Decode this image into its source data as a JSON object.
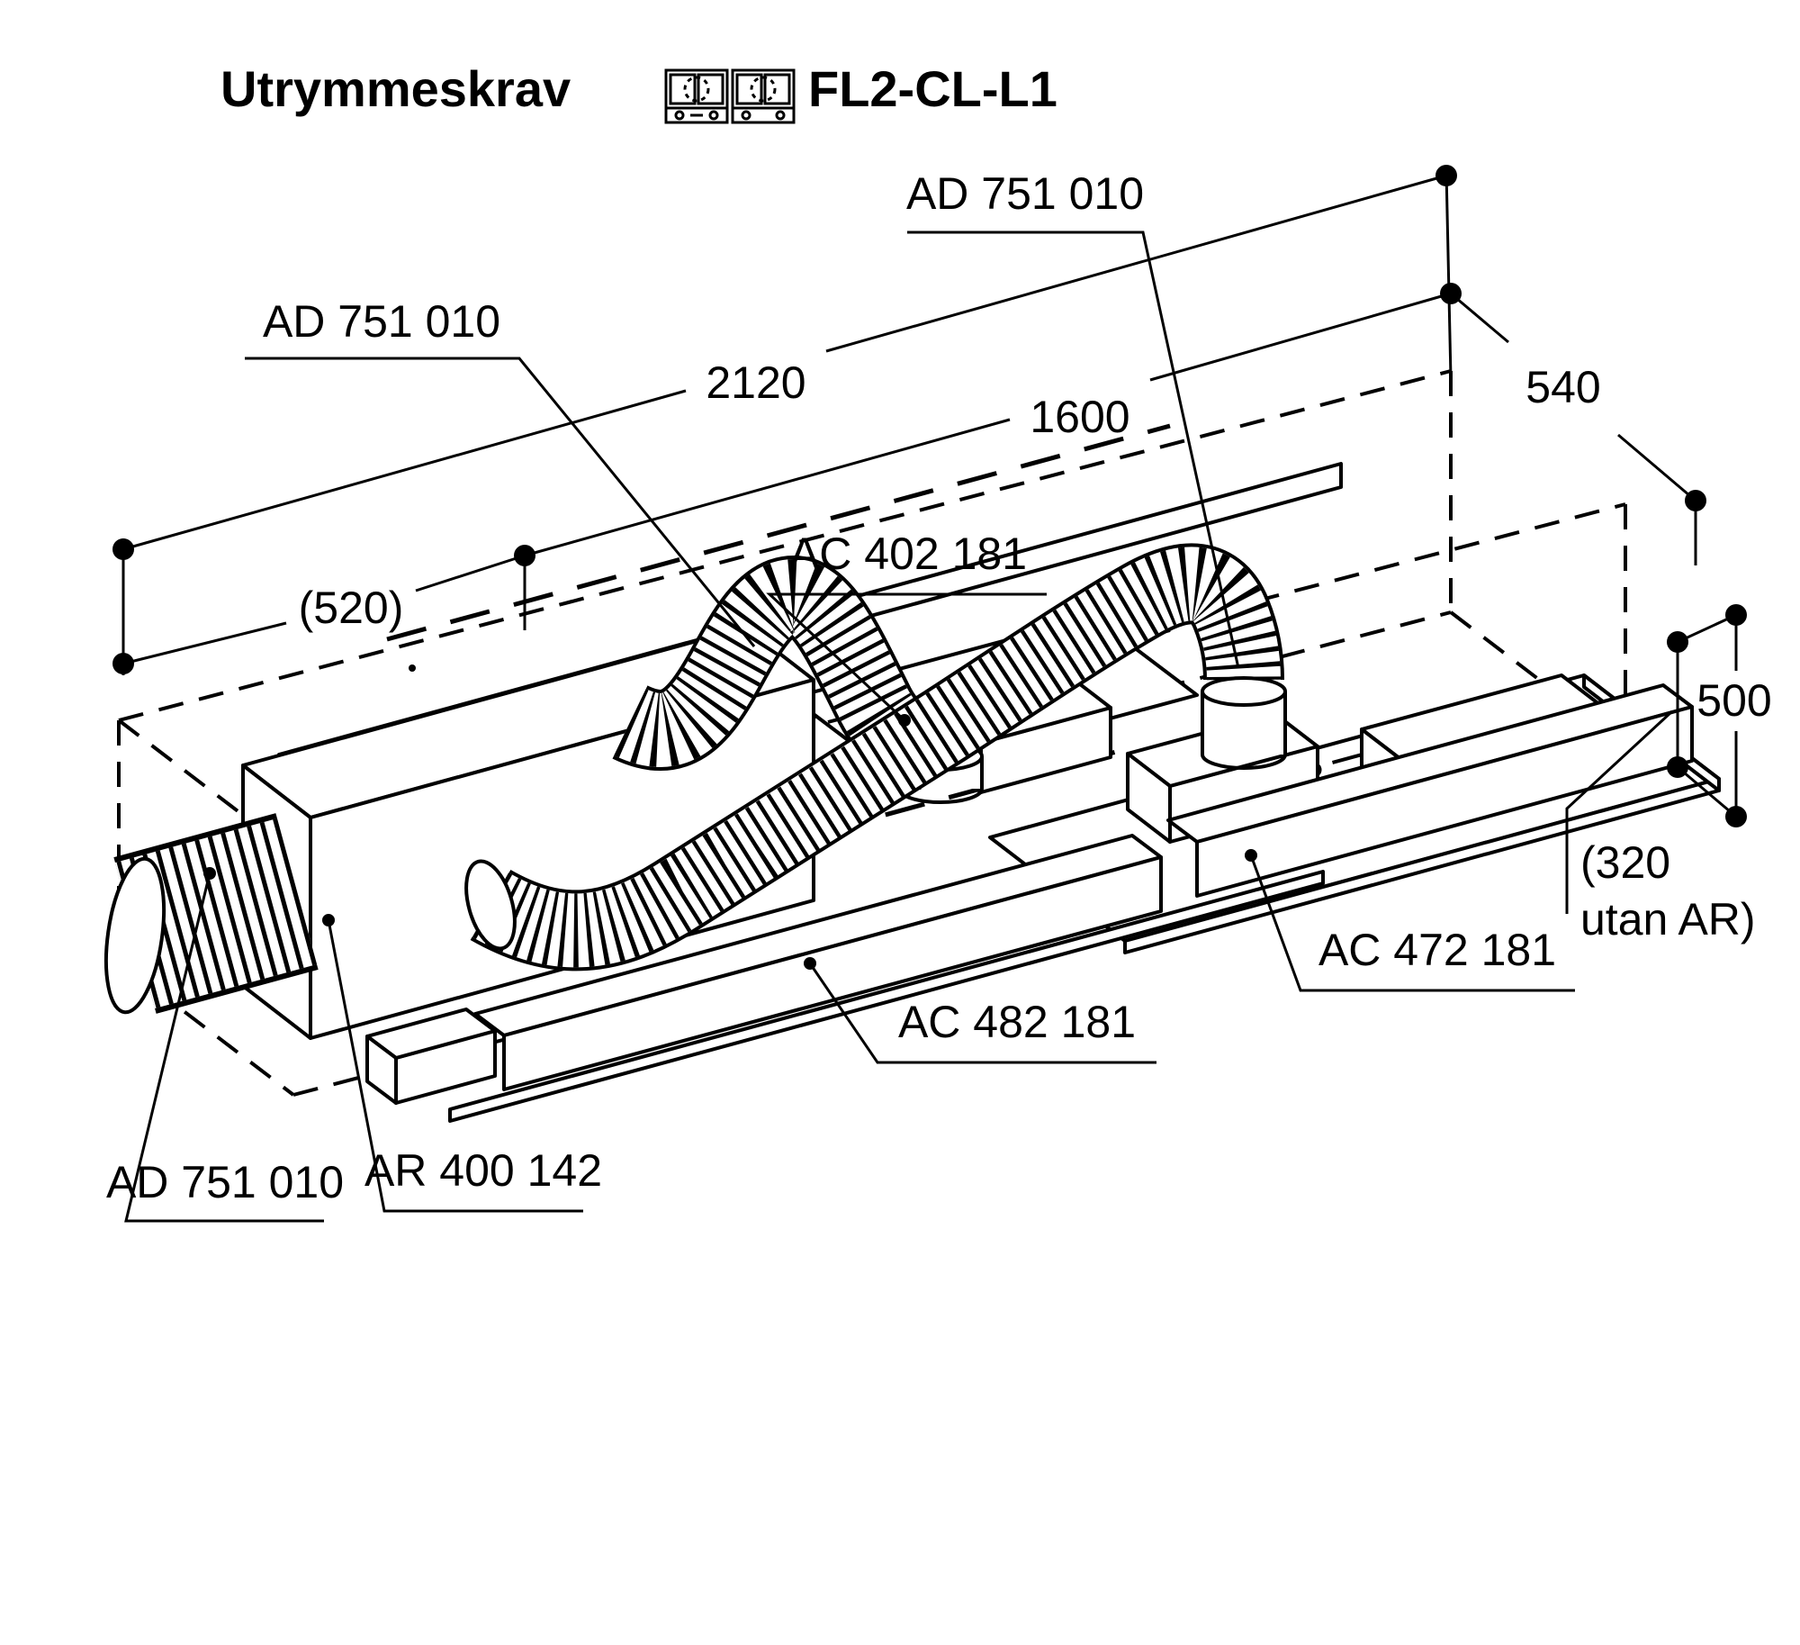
{
  "title": {
    "text": "Utrymmeskrav",
    "model": "FL2-CL-L1",
    "icon": "cooktop-two-module-icon"
  },
  "labels": {
    "ad_751_010_top": "AD 751 010",
    "ad_751_010_left": "AD 751 010",
    "ad_751_010_bottom": "AD 751 010",
    "ac_402_181": "AC 402 181",
    "ac_472_181": "AC 472 181",
    "ac_482_181": "AC 482 181",
    "ar_400_142": "AR 400 142"
  },
  "dimensions": {
    "total_length": "2120",
    "module_length": "1600",
    "depth": "540",
    "height_with_ar": "500",
    "ar_width": "(520)",
    "height_without_ar_line1": "(320",
    "height_without_ar_line2": "utan AR)"
  },
  "colors": {
    "line": "#000000",
    "background": "#ffffff"
  }
}
